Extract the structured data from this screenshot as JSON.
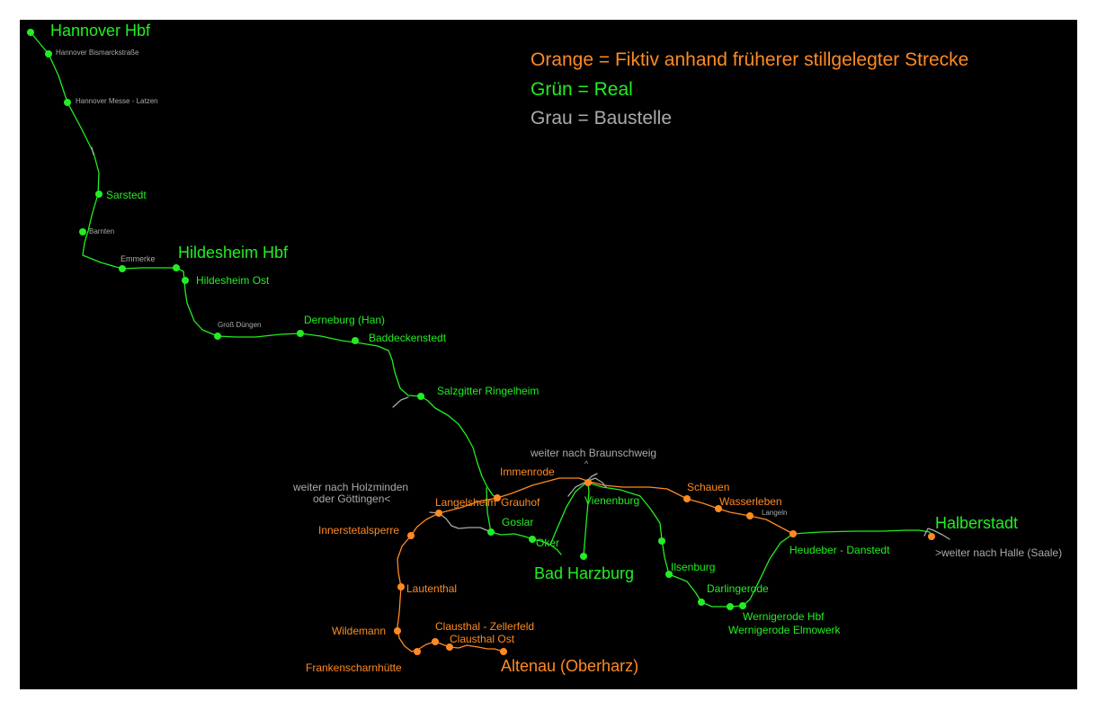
{
  "colors": {
    "real": "#22ee22",
    "fictive": "#ff8a22",
    "construction": "#aaaaaa",
    "background": "#000000"
  },
  "legend": {
    "orange": "Orange = Fiktiv anhand früherer stillgelegter Strecke",
    "green": "Grün = Real",
    "grey": "Grau = Baustelle"
  },
  "stations": {
    "hannover_hbf": "Hannover Hbf",
    "hannover_bismarck": "Hannover Bismarckstraße",
    "hannover_messe": "Hannover Messe - Latzen",
    "sarstedt": "Sarstedt",
    "barnten": "Barnten",
    "emmerke": "Emmerke",
    "hildesheim_hbf": "Hildesheim Hbf",
    "hildesheim_ost": "Hildesheim Ost",
    "gross_duengen": "Groß Düngen",
    "derneburg": "Derneburg (Han)",
    "baddeckenstedt": "Baddeckenstedt",
    "salzgitter_ringelheim": "Salzgitter Ringelheim",
    "immenrode": "Immenrode",
    "grauhof": "Grauhof",
    "langelsheim": "Langelsheim",
    "goslar": "Goslar",
    "oker": "Oker",
    "bad_harzburg": "Bad Harzburg",
    "vienenburg": "Vienenburg",
    "schauen": "Schauen",
    "wasserleben": "Wasserleben",
    "langeln": "Langeln",
    "halberstadt": "Halberstadt",
    "heudeber": "Heudeber - Danstedt",
    "ilsenburg": "Ilsenburg",
    "darlingerode": "Darlingerode",
    "wernigerode_hbf": "Wernigerode Hbf",
    "wernigerode_elmowerk": "Wernigerode Elmowerk",
    "innerstetalsperre": "Innerstetalsperre",
    "lautenthal": "Lautenthal",
    "wildemann": "Wildemann",
    "frankenscharnhuette": "Frankenscharnhütte",
    "clausthal_zellerfeld": "Clausthal - Zellerfeld",
    "clausthal_ost": "Clausthal Ost",
    "altenau": "Altenau (Oberharz)"
  },
  "notes": {
    "braunschweig": "weiter nach Braunschweig",
    "braunschweig_arrow": "^",
    "holzminden_1": "weiter nach Holzminden",
    "holzminden_2": "oder Göttingen<",
    "halle": ">weiter nach Halle (Saale)"
  }
}
